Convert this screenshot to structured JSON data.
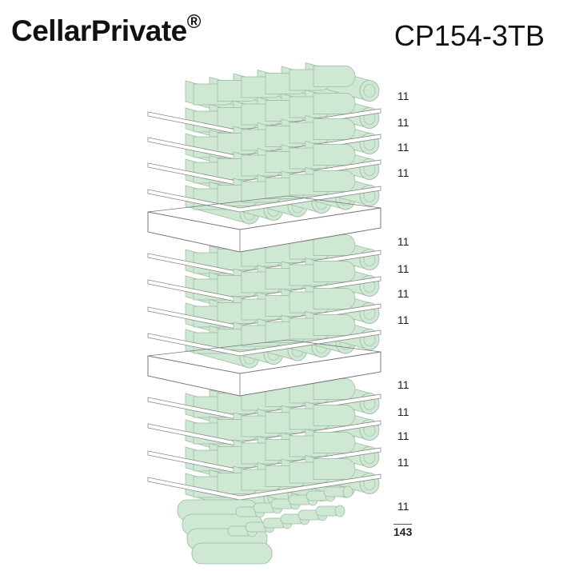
{
  "header": {
    "brand": "CellarPrivate",
    "brand_mark": "®",
    "model": "CP154-3TB"
  },
  "shelves": [
    {
      "zone": 1,
      "count": "11"
    },
    {
      "zone": 1,
      "count": "11"
    },
    {
      "zone": 1,
      "count": "11"
    },
    {
      "zone": 1,
      "count": "11"
    },
    {
      "zone": 2,
      "count": "11"
    },
    {
      "zone": 2,
      "count": "11"
    },
    {
      "zone": 2,
      "count": "11"
    },
    {
      "zone": 2,
      "count": "11"
    },
    {
      "zone": 3,
      "count": "11"
    },
    {
      "zone": 3,
      "count": "11"
    },
    {
      "zone": 3,
      "count": "11"
    },
    {
      "zone": 3,
      "count": "11"
    },
    {
      "zone": 3,
      "count": "11"
    }
  ],
  "total": "143",
  "colors": {
    "bottle": "#cfe8d4",
    "bottle_stroke": "#9bb8a2",
    "shelf_stroke": "#8a8a8a"
  }
}
